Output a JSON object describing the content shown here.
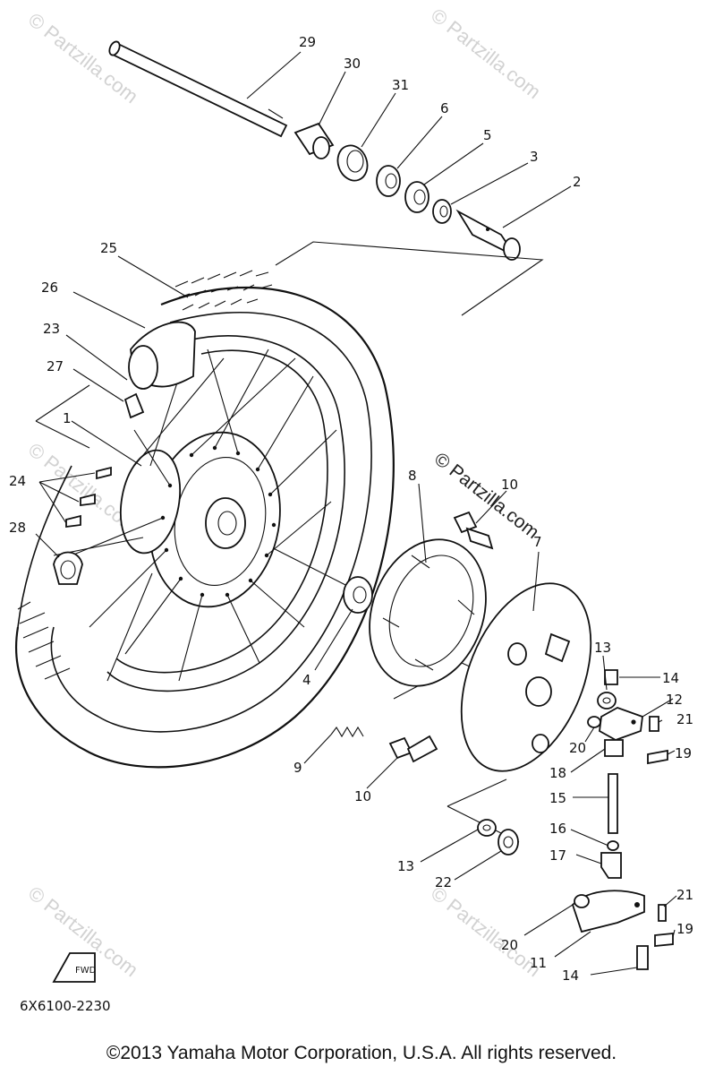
{
  "diagram": {
    "part_labels": [
      "29",
      "30",
      "31",
      "6",
      "5",
      "3",
      "2",
      "25",
      "26",
      "23",
      "27",
      "1",
      "24",
      "28",
      "8",
      "10",
      "7",
      "4",
      "13",
      "14",
      "12",
      "21",
      "20",
      "19",
      "9",
      "10",
      "18",
      "15",
      "16",
      "17",
      "13",
      "22",
      "21",
      "19",
      "20",
      "11",
      "14"
    ],
    "drawing_code": "6X6100-2230",
    "fwd_label": "FWD",
    "watermark": "© Partzilla.com",
    "watermark_prominent": "© Partzilla.com"
  },
  "footer": {
    "copyright": "©2013  Yamaha Motor Corporation, U.S.A. All rights reserved."
  }
}
